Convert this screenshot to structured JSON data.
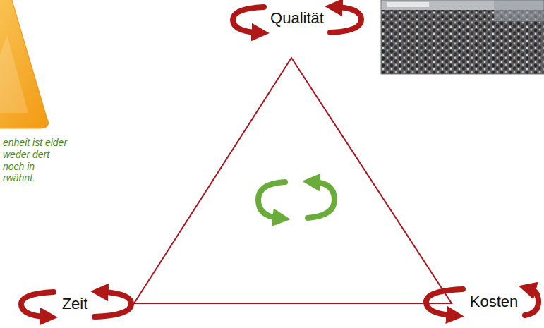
{
  "diagram": {
    "labels": [
      "Qualität",
      "enheit ist eider weder dert noch in rwähnt.",
      "Zeit",
      "Kosten"
    ]
  }
}
